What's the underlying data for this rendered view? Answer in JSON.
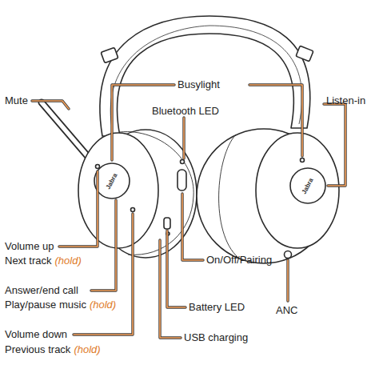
{
  "diagram": {
    "labels": [
      "Mute",
      "Busylight",
      "Bluetooth LED",
      "Listen-in",
      "Volume up",
      "Next track",
      "(hold)",
      "Answer/end call",
      "Play/pause music",
      "(hold)",
      "Volume down",
      "Previous track",
      "(hold)",
      "On/Off/Pairing",
      "Battery LED",
      "USB charging",
      "ANC",
      "Jabra",
      "Jabra"
    ]
  }
}
